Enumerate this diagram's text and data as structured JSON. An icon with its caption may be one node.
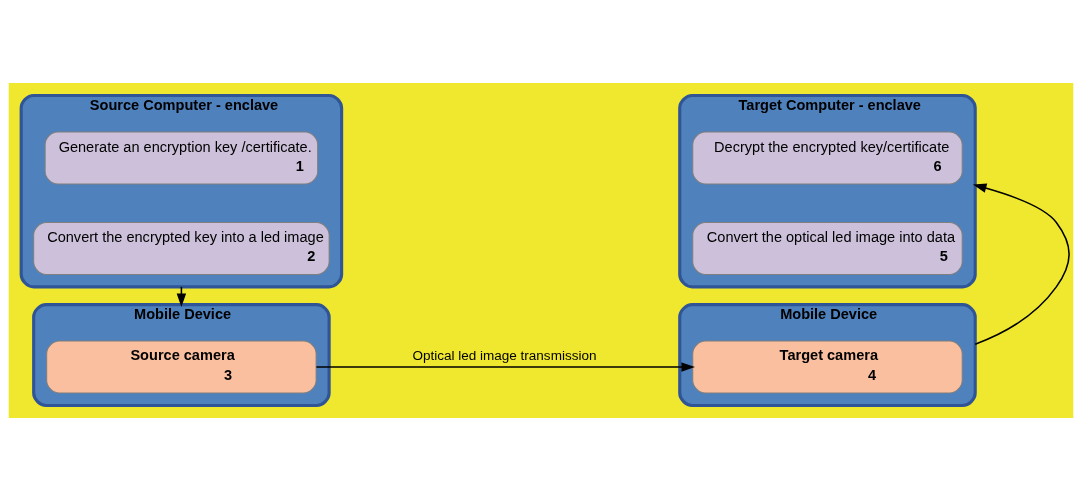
{
  "diagram": {
    "nodes": [
      {
        "text": [
          "Source Computer - enclave"
        ]
      },
      {
        "text": [
          "Generate an encryption key /certificate.",
          "1"
        ],
        "in": 0
      },
      {
        "text": [
          "Convert the encrypted key into a led image",
          "2"
        ],
        "in": 0
      },
      {
        "text": [
          "Target Computer - enclave"
        ]
      },
      {
        "text": [
          "Decrypt the encrypted key/certificate",
          "6"
        ],
        "in": 3
      },
      {
        "text": [
          "Convert the optical led image into data",
          "5"
        ],
        "in": 3
      },
      {
        "text": [
          "Mobile Device"
        ]
      },
      {
        "text": [
          "Source camera",
          "3"
        ],
        "in": 6
      },
      {
        "text": [
          "Mobile Device"
        ]
      },
      {
        "text": [
          "Target camera",
          "4"
        ],
        "in": 8
      }
    ],
    "edges": [
      {
        "from": 0,
        "to": 6,
        "arrow": "to"
      },
      {
        "from": 7,
        "to": 9,
        "arrow": "to",
        "label": "Optical led image transmission"
      },
      {
        "from": 8,
        "to": 3,
        "arrow": "to"
      }
    ]
  }
}
